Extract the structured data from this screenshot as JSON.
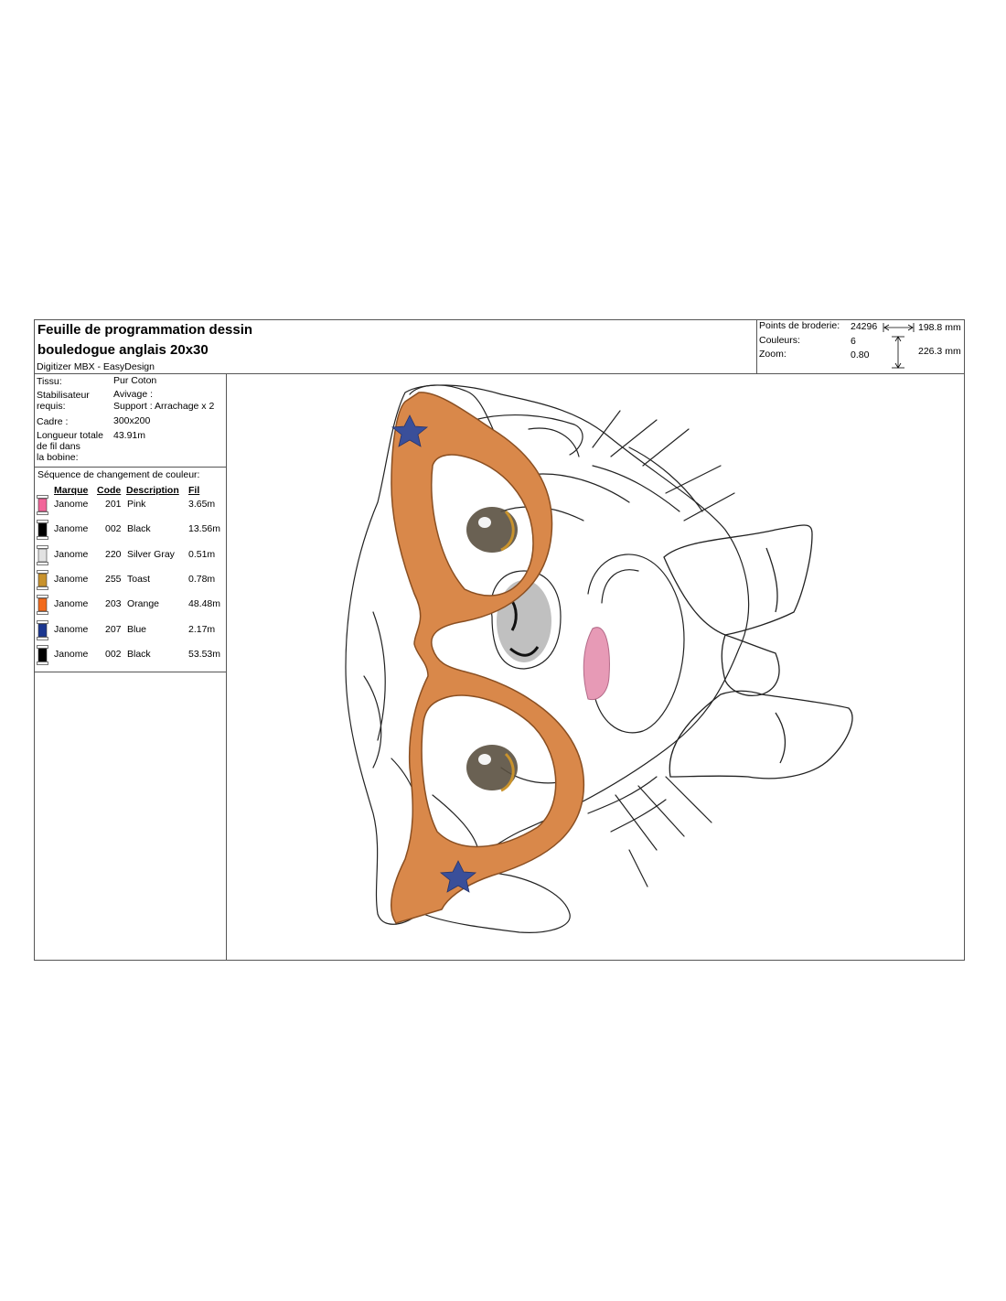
{
  "header": {
    "title_line1": "Feuille de programmation dessin",
    "title_line2": "bouledogue anglais 20x30",
    "software": "Digitizer MBX - EasyDesign"
  },
  "stats": {
    "points_label": "Points de broderie:",
    "points_value": "24296",
    "colors_label": "Couleurs:",
    "colors_value": "6",
    "zoom_label": "Zoom:",
    "zoom_value": "0.80",
    "width": "198.8 mm",
    "height": "226.3 mm"
  },
  "specs": {
    "tissu_label": "Tissu:",
    "tissu_value": "Pur Coton",
    "stab_label": "Stabilisateur\nrequis:",
    "stab_value1": "Avivage :",
    "stab_value2": "Support : Arrachage x 2",
    "cadre_label": "Cadre :",
    "cadre_value": "300x200",
    "longueur_label": "Longueur totale\nde fil dans\nla bobine:",
    "longueur_value": "43.91m"
  },
  "sequence": {
    "title": "Séquence de changement de couleur:",
    "headers": {
      "marque": "Marque",
      "code": "Code",
      "description": "Description",
      "fil": "Fil"
    },
    "rows": [
      {
        "marque": "Janome",
        "code": "201",
        "description": "Pink",
        "fil": "3.65m",
        "color": "#f2669a"
      },
      {
        "marque": "Janome",
        "code": "002",
        "description": "Black",
        "fil": "13.56m",
        "color": "#000000"
      },
      {
        "marque": "Janome",
        "code": "220",
        "description": "Silver Gray",
        "fil": "0.51m",
        "color": "#e2e2e2"
      },
      {
        "marque": "Janome",
        "code": "255",
        "description": "Toast",
        "fil": "0.78m",
        "color": "#c8922c"
      },
      {
        "marque": "Janome",
        "code": "203",
        "description": "Orange",
        "fil": "48.48m",
        "color": "#f26a1c"
      },
      {
        "marque": "Janome",
        "code": "207",
        "description": "Blue",
        "fil": "2.17m",
        "color": "#1a3690"
      },
      {
        "marque": "Janome",
        "code": "002",
        "description": "Black",
        "fil": "53.53m",
        "color": "#000000"
      }
    ]
  },
  "colors": {
    "glasses": "#d9884a",
    "glasses_outline": "#8a4f22",
    "star": "#3a4f9a",
    "tongue": "#e79ab6",
    "eye": "#5a5040",
    "nose": "#8c8c8c"
  }
}
